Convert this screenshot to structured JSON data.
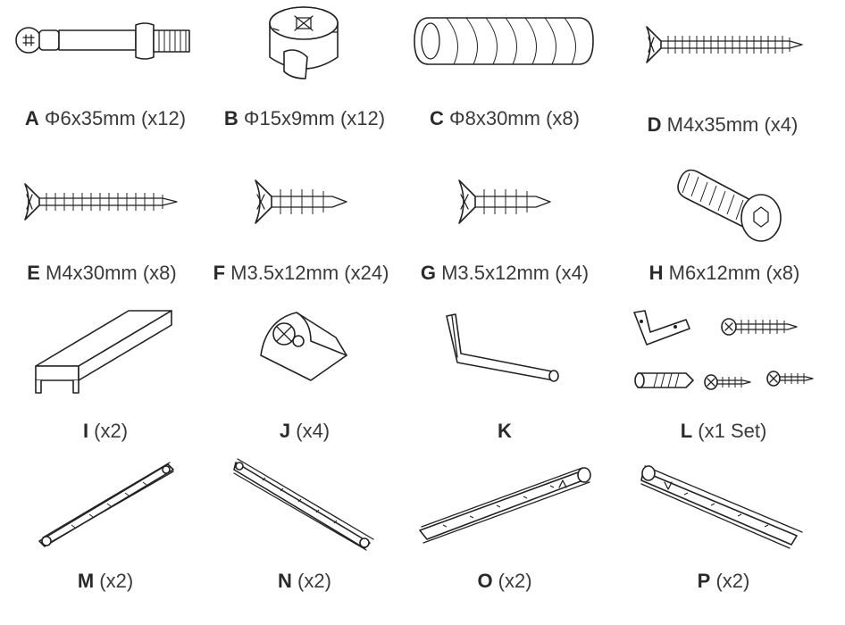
{
  "parts": [
    {
      "letter": "A",
      "spec": " Φ6x35mm (x12)",
      "icon": "cam-bolt-icon"
    },
    {
      "letter": "B",
      "spec": " Φ15x9mm (x12)",
      "icon": "cam-lock-icon"
    },
    {
      "letter": "C",
      "spec": " Φ8x30mm (x8)",
      "icon": "wood-dowel-icon"
    },
    {
      "letter": "D",
      "spec": " M4x35mm (x4)",
      "icon": "screw-icon"
    },
    {
      "letter": "E",
      "spec": " M4x30mm (x8)",
      "icon": "screw-icon"
    },
    {
      "letter": "F",
      "spec": " M3.5x12mm (x24)",
      "icon": "screw-icon"
    },
    {
      "letter": "G",
      "spec": " M3.5x12mm (x4)",
      "icon": "screw-icon"
    },
    {
      "letter": "H",
      "spec": " M6x12mm (x8)",
      "icon": "hex-bolt-icon"
    },
    {
      "letter": "I",
      "spec": " (x2)",
      "icon": "handle-icon"
    },
    {
      "letter": "J",
      "spec": " (x4)",
      "icon": "corner-connector-icon"
    },
    {
      "letter": "K",
      "spec": "",
      "icon": "allen-key-icon"
    },
    {
      "letter": "L",
      "spec": " (x1 Set)",
      "icon": "wall-fixing-kit-icon"
    },
    {
      "letter": "M",
      "spec": " (x2)",
      "icon": "drawer-runner-icon"
    },
    {
      "letter": "N",
      "spec": " (x2)",
      "icon": "drawer-runner-icon"
    },
    {
      "letter": "O",
      "spec": " (x2)",
      "icon": "drawer-runner-icon"
    },
    {
      "letter": "P",
      "spec": " (x2)",
      "icon": "drawer-runner-icon"
    }
  ]
}
